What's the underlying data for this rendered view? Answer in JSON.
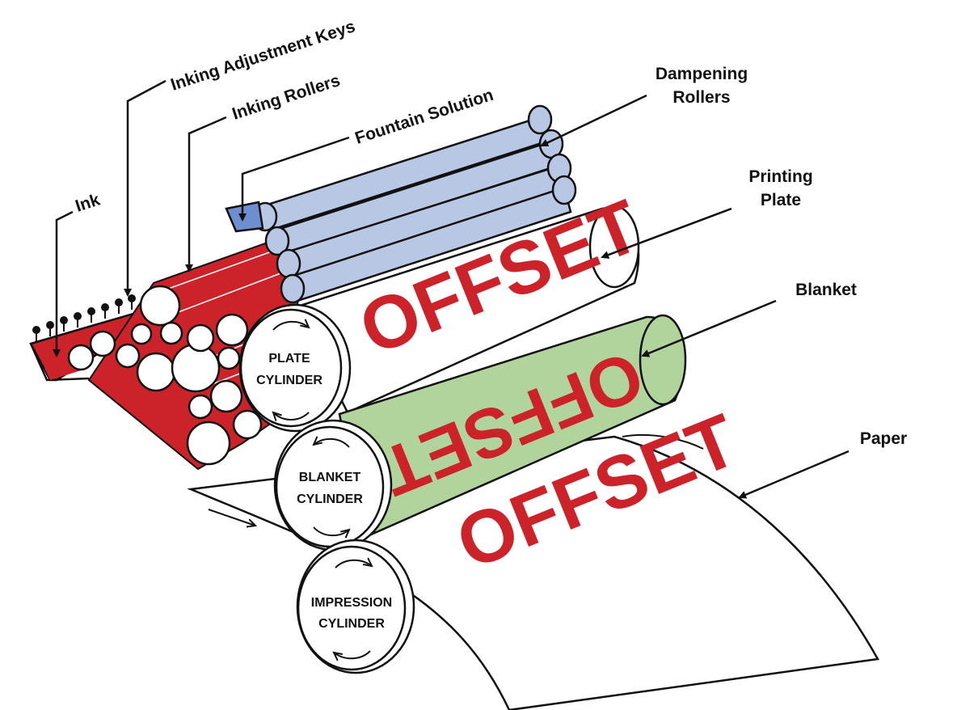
{
  "colors": {
    "ink_red": "#cc2229",
    "dampening_blue": "#b8c7e3",
    "blanket_green": "#b1d49d",
    "outline": "#111111",
    "paper": "#ffffff"
  },
  "labels": {
    "ink": "Ink",
    "inking_adjustment_keys": "Inking Adjustment Keys",
    "inking_rollers": "Inking Rollers",
    "fountain_solution": "Fountain Solution",
    "dampening_rollers_line1": "Dampening",
    "dampening_rollers_line2": "Rollers",
    "printing_plate_line1": "Printing",
    "printing_plate_line2": "Plate",
    "blanket": "Blanket",
    "paper": "Paper"
  },
  "cylinders": {
    "plate_line1": "PLATE",
    "plate_line2": "CYLINDER",
    "blanket_line1": "BLANKET",
    "blanket_line2": "CYLINDER",
    "impression_line1": "IMPRESSION",
    "impression_line2": "CYLINDER"
  },
  "print_text": {
    "plate": "OFFSET",
    "blanket_mirrored": "OFFSET",
    "paper": "OFFSET"
  },
  "icons": [
    "arrow-icon",
    "rotation-arrow-icon",
    "adjustment-key-icon"
  ]
}
